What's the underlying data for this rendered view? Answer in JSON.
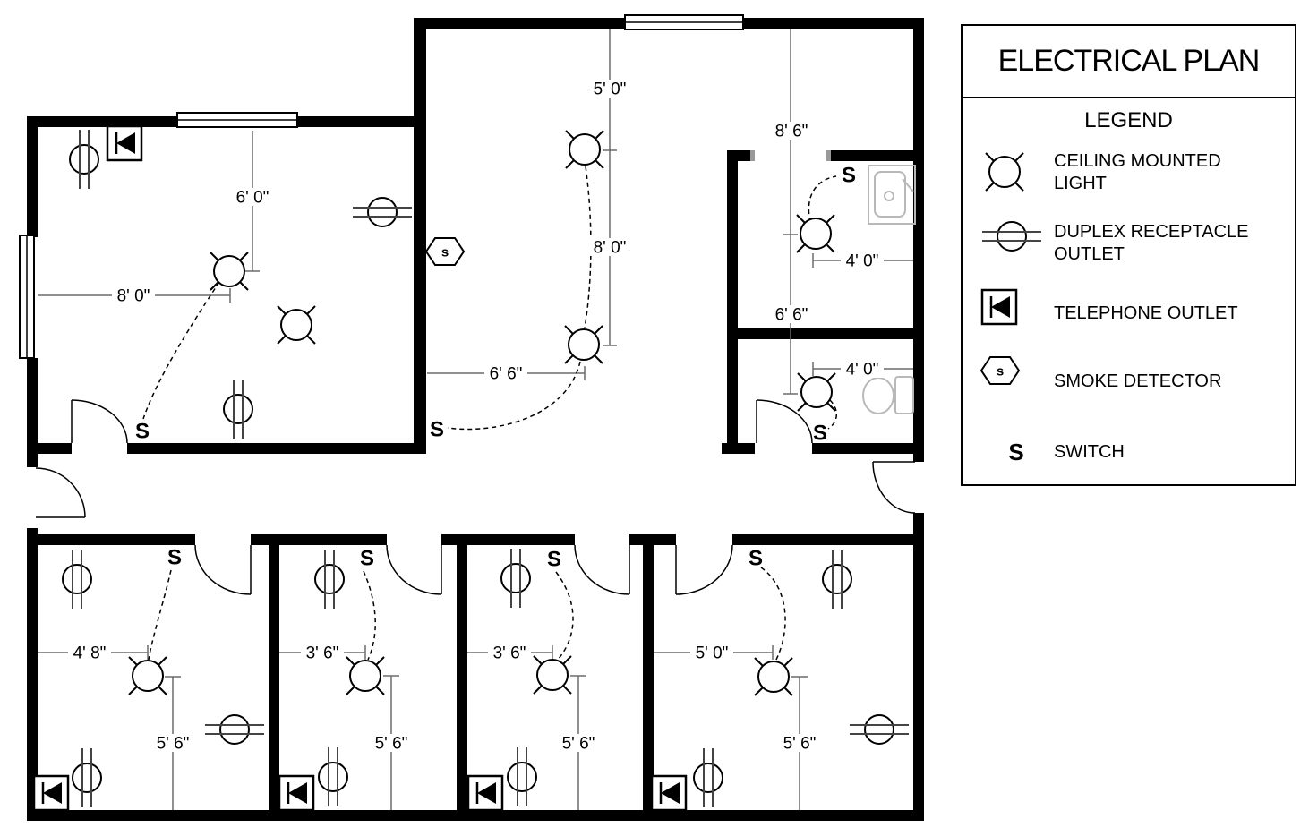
{
  "title": "ELECTRICAL PLAN",
  "legend": {
    "heading": "LEGEND",
    "items": [
      {
        "name": "ceiling-mounted-light",
        "line1": "CEILING MOUNTED",
        "line2": "LIGHT"
      },
      {
        "name": "duplex-receptacle-outlet",
        "line1": "DUPLEX RECEPTACLE",
        "line2": "OUTLET"
      },
      {
        "name": "telephone-outlet",
        "line1": "TELEPHONE OUTLET",
        "line2": ""
      },
      {
        "name": "smoke-detector",
        "line1": "SMOKE DETECTOR",
        "line2": ""
      },
      {
        "name": "switch",
        "line1": "SWITCH",
        "line2": ""
      }
    ]
  },
  "symbols": {
    "switch": "S",
    "smoke": "s"
  },
  "dimensions": {
    "room_tl_light_to_top": "6' 0\"",
    "room_tl_light_to_left": "8' 0\"",
    "room_mid_top_to_light": "5' 0\"",
    "room_mid_between_lights": "8' 0\"",
    "room_mid_light_to_left": "6' 6\"",
    "right_top_to_bath_light": "8' 6\"",
    "right_between_bath_lights": "6' 6\"",
    "bath_upper_light_to_wall": "4' 0\"",
    "bath_lower_light_to_wall": "4' 0\"",
    "room1_light_to_left": "4' 8\"",
    "room1_light_to_bottom": "5' 6\"",
    "room2_light_to_left": "3' 6\"",
    "room2_light_to_bottom": "5' 6\"",
    "room3_light_to_left": "3' 6\"",
    "room3_light_to_bottom": "5' 6\"",
    "room4_light_to_left": "5' 0\"",
    "room4_light_to_bottom": "5' 6\""
  },
  "colors": {
    "wall": "#000000",
    "dimension_line": "#6b6b6b",
    "fixture": "#b8b8b8"
  }
}
